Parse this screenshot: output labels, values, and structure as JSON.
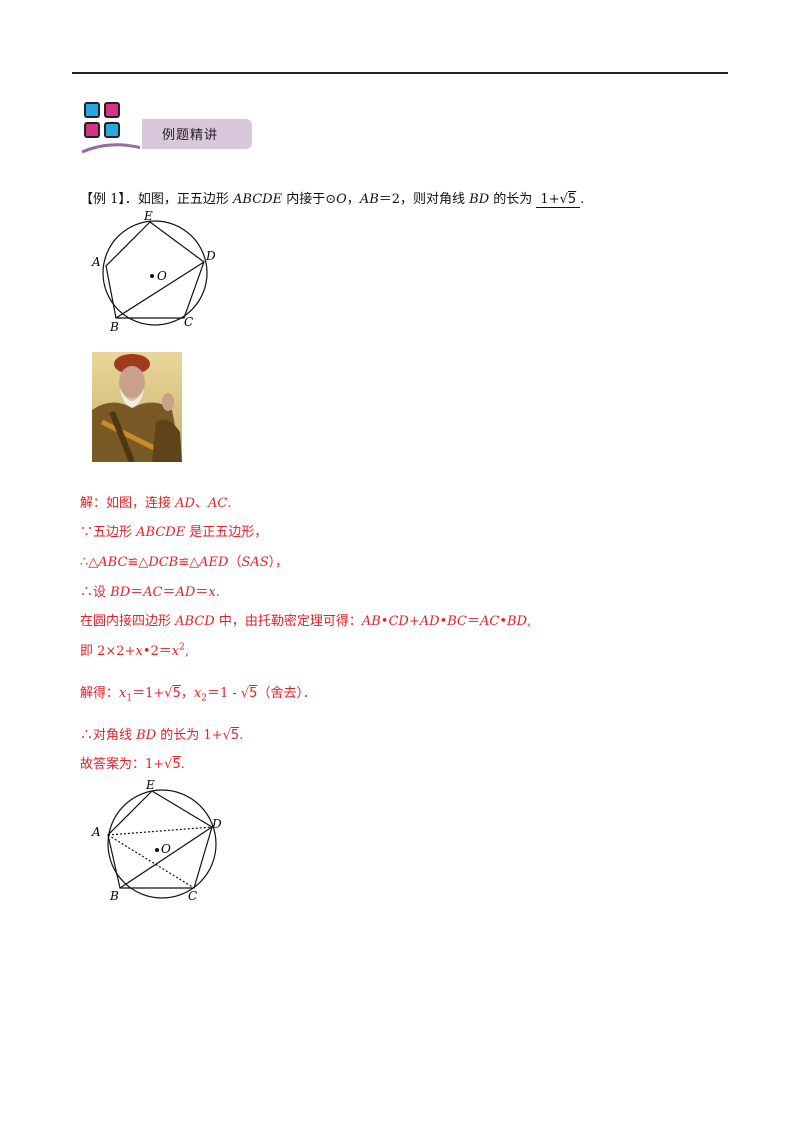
{
  "banner": {
    "label": "例题精讲"
  },
  "question": {
    "prefix": "【例 1】．如图，正五边形 ",
    "pentagon": "ABCDE",
    "mid1": " 内接于⊙",
    "circle": "O",
    "mid2": "，",
    "ab": "AB",
    "mid3": "＝2，则对角线 ",
    "bd": "BD",
    "mid4": " 的长为 ",
    "answer_a": "1+",
    "answer_rad": "5",
    "end": "."
  },
  "figure1": {
    "labels": {
      "A": "A",
      "B": "B",
      "C": "C",
      "D": "D",
      "E": "E",
      "O": "O"
    }
  },
  "solution": {
    "l1a": "解：如图，连接 ",
    "l1b": "AD",
    "l1c": "、",
    "l1d": "AC",
    "l1e": ".",
    "l2a": "∵五边形 ",
    "l2b": "ABCDE",
    "l2c": " 是正五边形，",
    "l3a": "∴△",
    "l3b": "ABC",
    "l3c": "≌△",
    "l3d": "DCB",
    "l3e": "≌△",
    "l3f": "AED",
    "l3g": "（",
    "l3h": "SAS",
    "l3i": "），",
    "l4a": "∴设 ",
    "l4b": "BD",
    "l4c": "＝",
    "l4d": "AC",
    "l4e": "＝",
    "l4f": "AD",
    "l4g": "＝",
    "l4h": "x",
    "l4i": ".",
    "l5a": "在圆内接四边形 ",
    "l5b": "ABCD",
    "l5c": " 中，由托勒密定理可得：",
    "l5d": "AB",
    "l5e": "•",
    "l5f": "CD",
    "l5g": "+",
    "l5h": "AD",
    "l5i": "•",
    "l5j": "BC",
    "l5k": "＝",
    "l5l": "AC",
    "l5m": "•",
    "l5n": "BD",
    "l5o": ",",
    "l6a": "即 2×2+",
    "l6b": "x",
    "l6c": "•2＝",
    "l6d": "x",
    "l6e": "2",
    "l6f": ",",
    "l7a": "解得：",
    "l7b": "x",
    "l7c": "1",
    "l7d": "＝1+",
    "l7e": "5",
    "l7f": "，",
    "l7g": "x",
    "l7h": "2",
    "l7i": "＝1 - ",
    "l7j": "5",
    "l7k": "（舍去）．",
    "l8a": "∴对角线 ",
    "l8b": "BD",
    "l8c": " 的长为 1+",
    "l8d": "5",
    "l8e": ".",
    "l9a": "故答案为：1+",
    "l9b": "5",
    "l9c": "."
  },
  "figure2": {
    "labels": {
      "A": "A",
      "B": "B",
      "C": "C",
      "D": "D",
      "E": "E",
      "O": "O"
    }
  }
}
